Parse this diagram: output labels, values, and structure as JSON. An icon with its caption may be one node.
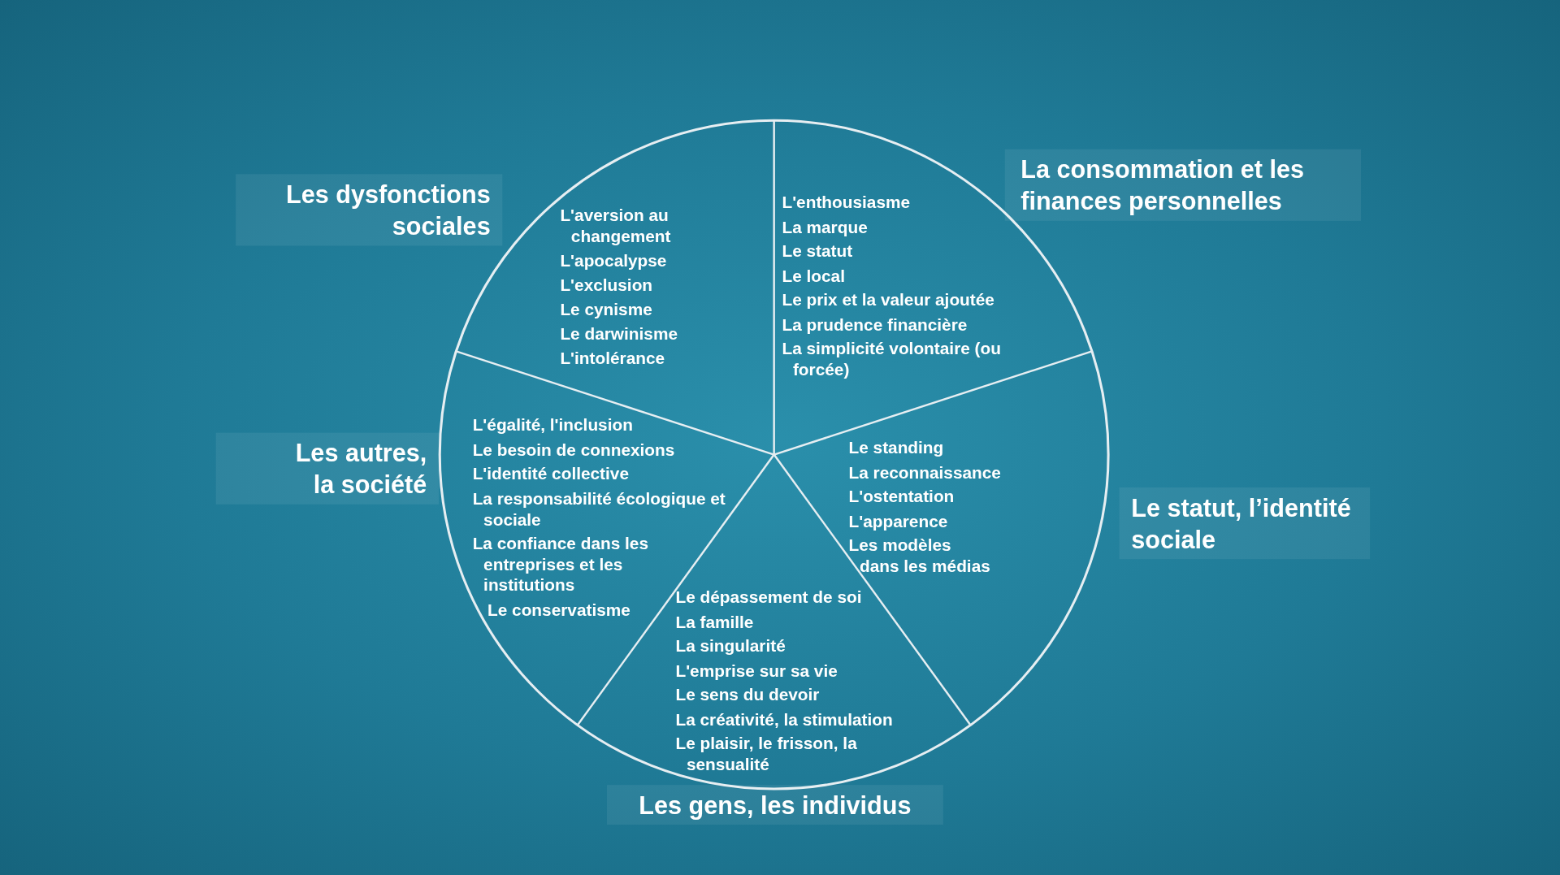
{
  "diagram": {
    "nodes": [
      {
        "text": [
          "L'aversion au changement",
          "L'apocalypse",
          "L'exclusion",
          "Le cynisme",
          "Le darwinisme",
          "L'intolérance"
        ]
      },
      {
        "text": [
          "L'enthousiasme",
          "La marque",
          "Le statut",
          "Le local",
          "Le prix et la valeur ajoutée",
          "La prudence financière",
          "La simplicité volontaire (ou forcée)"
        ]
      },
      {
        "text": [
          "L'égalité, l'inclusion",
          "Le besoin de connexions",
          "L'identité collective",
          "La responsabilité écologique et sociale",
          "La confiance dans les entreprises et les institutions",
          "Le conservatisme"
        ]
      },
      {
        "text": [
          "Le standing",
          "La reconnaissance",
          "L'ostentation",
          "L'apparence",
          "Les modèles dans les médias"
        ]
      },
      {
        "text": [
          "Le dépassement de soi",
          "La famille",
          "La singularité",
          "L'emprise sur sa vie",
          "Le sens du devoir",
          "La créativité, la stimulation",
          "Le plaisir, le frisson, la sensualité"
        ]
      }
    ],
    "labels": [
      "La consommation et les finances personnelles",
      "Les dysfonctions sociales",
      "Les autres, la société",
      "Le statut, l’identité sociale",
      "Les gens, les individus"
    ]
  }
}
